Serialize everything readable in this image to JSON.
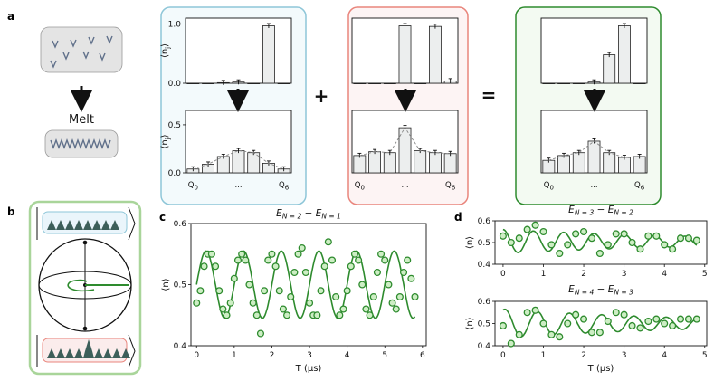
{
  "panel_labels": {
    "a": "a",
    "b": "b",
    "c": "c",
    "d": "d"
  },
  "melt_label": "Melt",
  "plus_sign": "+",
  "equals_sign": "=",
  "hist_panels": {
    "colors": {
      "blue": "#8ec6d8",
      "red": "#e9857c",
      "green": "#2e8b2e"
    },
    "top_yticks": [
      "0.0",
      "1.0"
    ],
    "bottom_yticks": [
      "0.0",
      "0.5"
    ],
    "ylabel": "⟨n_j⟩",
    "xticks": [
      "Q_0",
      "...",
      "Q_6"
    ],
    "ylabel_j": "j",
    "ylabel_n": "n",
    "xtick_q": "Q",
    "xtick_0": "0",
    "xtick_6": "6",
    "xtick_dots": "..."
  },
  "chart_data": [
    {
      "type": "bar",
      "name": "a-blue-top",
      "categories": [
        "Q0",
        "Q1",
        "Q2",
        "Q3",
        "Q4",
        "Q5",
        "Q6"
      ],
      "values": [
        0.0,
        0.0,
        0.01,
        0.02,
        0.0,
        0.97,
        0.0
      ],
      "ylim": [
        0,
        1.1
      ]
    },
    {
      "type": "bar",
      "name": "a-blue-bottom",
      "categories": [
        "Q0",
        "Q1",
        "Q2",
        "Q3",
        "Q4",
        "Q5",
        "Q6"
      ],
      "values": [
        0.04,
        0.09,
        0.17,
        0.23,
        0.21,
        0.1,
        0.04
      ],
      "ylim": [
        0,
        0.65
      ]
    },
    {
      "type": "bar",
      "name": "a-red-top",
      "categories": [
        "Q0",
        "Q1",
        "Q2",
        "Q3",
        "Q4",
        "Q5",
        "Q6"
      ],
      "values": [
        0.0,
        0.0,
        0.0,
        0.97,
        0.0,
        0.96,
        0.04
      ],
      "ylim": [
        0,
        1.1
      ]
    },
    {
      "type": "bar",
      "name": "a-red-bottom",
      "categories": [
        "Q0",
        "Q1",
        "Q2",
        "Q3",
        "Q4",
        "Q5",
        "Q6"
      ],
      "values": [
        0.18,
        0.22,
        0.21,
        0.47,
        0.23,
        0.21,
        0.2
      ],
      "ylim": [
        0,
        0.65
      ]
    },
    {
      "type": "bar",
      "name": "a-green-top",
      "categories": [
        "Q0",
        "Q1",
        "Q2",
        "Q3",
        "Q4",
        "Q5",
        "Q6"
      ],
      "values": [
        0.0,
        0.0,
        0.0,
        0.02,
        0.48,
        0.97,
        0.0
      ],
      "ylim": [
        0,
        1.1
      ]
    },
    {
      "type": "bar",
      "name": "a-green-bottom",
      "categories": [
        "Q0",
        "Q1",
        "Q2",
        "Q3",
        "Q4",
        "Q5",
        "Q6"
      ],
      "values": [
        0.13,
        0.18,
        0.21,
        0.33,
        0.21,
        0.16,
        0.17
      ],
      "ylim": [
        0,
        0.65
      ]
    },
    {
      "type": "scatter",
      "name": "c",
      "title_E": "E",
      "title_sub1": "N = 2",
      "title_minus": " − ",
      "title_sub2": "N = 1",
      "xlabel": "T (μs)",
      "ylabel": "⟨n⟩",
      "xlim": [
        -0.15,
        6.1
      ],
      "ylim": [
        0.4,
        0.6
      ],
      "xticks": [
        0,
        1,
        2,
        3,
        4,
        5,
        6
      ],
      "yticks": [
        0.4,
        0.5,
        0.6
      ],
      "fit": {
        "mean": 0.5,
        "amp": 0.055,
        "freq": 1.0,
        "phase": 0.0
      },
      "x": [
        0.0,
        0.1,
        0.2,
        0.3,
        0.4,
        0.5,
        0.6,
        0.7,
        0.8,
        0.9,
        1.0,
        1.1,
        1.2,
        1.3,
        1.4,
        1.5,
        1.6,
        1.7,
        1.8,
        1.9,
        2.0,
        2.1,
        2.2,
        2.3,
        2.4,
        2.5,
        2.6,
        2.7,
        2.8,
        2.9,
        3.0,
        3.1,
        3.2,
        3.3,
        3.4,
        3.5,
        3.6,
        3.7,
        3.8,
        3.9,
        4.0,
        4.1,
        4.2,
        4.3,
        4.4,
        4.5,
        4.6,
        4.7,
        4.8,
        4.9,
        5.0,
        5.1,
        5.2,
        5.3,
        5.4,
        5.5,
        5.6,
        5.7,
        5.8
      ],
      "y": [
        0.47,
        0.49,
        0.53,
        0.55,
        0.55,
        0.53,
        0.49,
        0.46,
        0.45,
        0.47,
        0.51,
        0.54,
        0.55,
        0.54,
        0.5,
        0.47,
        0.45,
        0.42,
        0.49,
        0.54,
        0.55,
        0.53,
        0.49,
        0.46,
        0.45,
        0.48,
        0.52,
        0.55,
        0.56,
        0.52,
        0.47,
        0.45,
        0.45,
        0.49,
        0.53,
        0.57,
        0.54,
        0.48,
        0.45,
        0.46,
        0.49,
        0.53,
        0.55,
        0.54,
        0.5,
        0.46,
        0.45,
        0.48,
        0.52,
        0.55,
        0.54,
        0.5,
        0.47,
        0.46,
        0.48,
        0.52,
        0.54,
        0.51,
        0.48
      ]
    },
    {
      "type": "scatter",
      "name": "d-top",
      "title_E": "E",
      "title_sub1": "N = 3",
      "title_minus": " − ",
      "title_sub2": "N = 2",
      "ylabel": "⟨n⟩",
      "xlim": [
        -0.2,
        5.05
      ],
      "ylim": [
        0.4,
        0.6
      ],
      "xticks": [
        0,
        1,
        2,
        3,
        4,
        5
      ],
      "yticks": [
        0.4,
        0.5,
        0.6
      ],
      "fit": {
        "mean": 0.505,
        "amp": 0.055,
        "freq": 1.33,
        "phase": 1.57,
        "decay": 0.18
      },
      "x": [
        0.0,
        0.2,
        0.4,
        0.6,
        0.8,
        1.0,
        1.2,
        1.4,
        1.6,
        1.8,
        2.0,
        2.2,
        2.4,
        2.6,
        2.8,
        3.0,
        3.2,
        3.4,
        3.6,
        3.8,
        4.0,
        4.2,
        4.4,
        4.6,
        4.8
      ],
      "y": [
        0.53,
        0.5,
        0.52,
        0.56,
        0.58,
        0.55,
        0.49,
        0.45,
        0.49,
        0.54,
        0.55,
        0.52,
        0.45,
        0.49,
        0.54,
        0.54,
        0.5,
        0.47,
        0.53,
        0.53,
        0.49,
        0.47,
        0.52,
        0.52,
        0.51
      ]
    },
    {
      "type": "scatter",
      "name": "d-bottom",
      "title_E": "E",
      "title_sub1": "N = 4",
      "title_minus": " − ",
      "title_sub2": "N = 3",
      "xlabel": "T (μs)",
      "ylabel": "⟨n⟩",
      "xlim": [
        -0.2,
        5.05
      ],
      "ylim": [
        0.4,
        0.6
      ],
      "xticks": [
        0,
        1,
        2,
        3,
        4,
        5
      ],
      "yticks": [
        0.4,
        0.5,
        0.6
      ],
      "fit": {
        "mean": 0.5,
        "amp": 0.065,
        "freq": 1.25,
        "phase": 1.2,
        "decay": 0.2
      },
      "x": [
        0.0,
        0.2,
        0.4,
        0.6,
        0.8,
        1.0,
        1.2,
        1.4,
        1.6,
        1.8,
        2.0,
        2.2,
        2.4,
        2.6,
        2.8,
        3.0,
        3.2,
        3.4,
        3.6,
        3.8,
        4.0,
        4.2,
        4.4,
        4.6,
        4.8
      ],
      "y": [
        0.49,
        0.41,
        0.45,
        0.55,
        0.56,
        0.5,
        0.45,
        0.44,
        0.5,
        0.54,
        0.52,
        0.46,
        0.46,
        0.51,
        0.55,
        0.54,
        0.49,
        0.48,
        0.51,
        0.52,
        0.5,
        0.49,
        0.52,
        0.52,
        0.52
      ]
    }
  ]
}
